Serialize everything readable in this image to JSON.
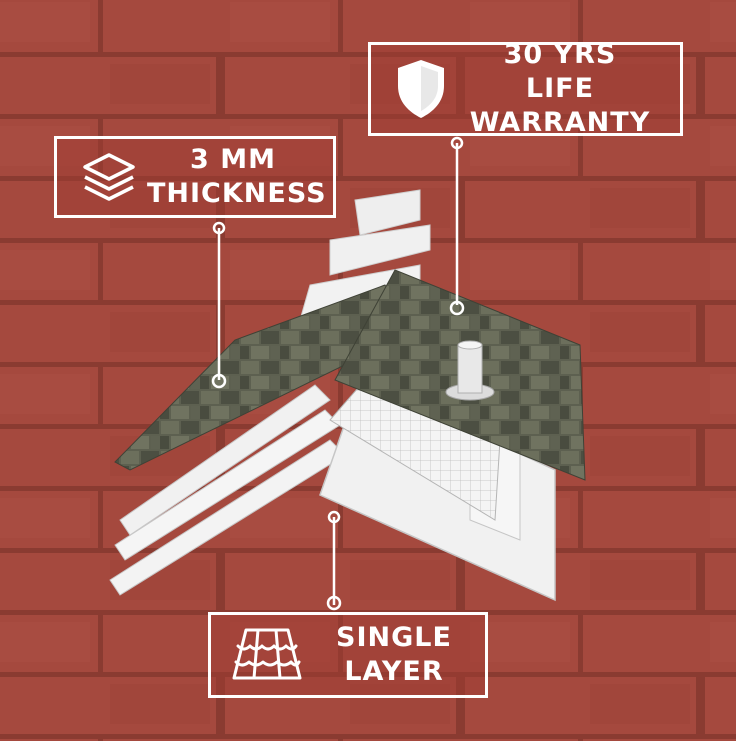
{
  "colors": {
    "brick": "#a14a3f",
    "mortar": "#8e3f35",
    "shingle": "#55584a",
    "sheet": "#f2f2f2",
    "callout_border": "#ffffff"
  },
  "callouts": {
    "warranty": {
      "line1": "30 YRS LIFE",
      "line2": "WARRANTY",
      "icon": "shield-icon"
    },
    "thickness": {
      "line1": "3 MM",
      "line2": "THICKNESS",
      "icon": "layers-icon"
    },
    "layer": {
      "line1": "SINGLE",
      "line2": "LAYER",
      "icon": "roof-tile-icon"
    }
  }
}
